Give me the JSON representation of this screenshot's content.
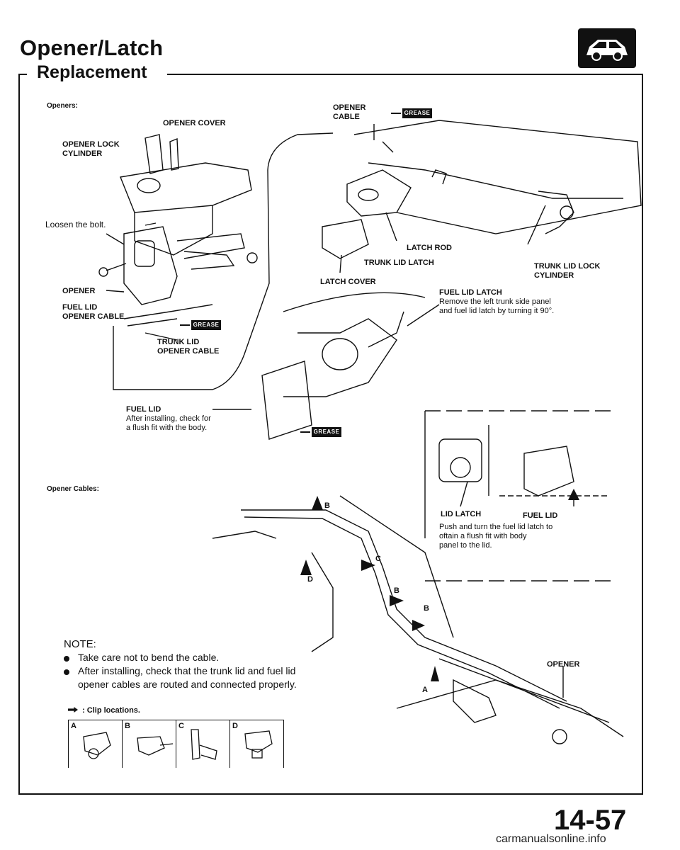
{
  "header": {
    "title": "Opener/Latch",
    "section": "Replacement",
    "car_icon": "car-icon"
  },
  "openers": {
    "heading": "Openers:",
    "labels": {
      "opener_cover": "OPENER COVER",
      "opener_lock_cylinder": "OPENER LOCK\nCYLINDER",
      "loosen_bolt": "Loosen the bolt.",
      "opener": "OPENER",
      "fuel_lid_opener_cable": "FUEL LID\nOPENER CABLE",
      "trunk_lid_opener_cable": "TRUNK LID\nOPENER CABLE",
      "opener_cable": "OPENER\nCABLE",
      "latch_rod": "LATCH ROD",
      "trunk_lid_latch": "TRUNK LID LATCH",
      "latch_cover": "LATCH COVER",
      "trunk_lid_lock_cylinder": "TRUNK LID LOCK\nCYLINDER",
      "fuel_lid_latch": "FUEL LID LATCH",
      "fuel_lid_latch_note": "Remove the left trunk side panel\nand fuel lid latch by turning it 90°.",
      "fuel_lid": "FUEL LID",
      "fuel_lid_note": "After installing, check for\na flush fit with the body.",
      "grease": "GREASE"
    }
  },
  "detail": {
    "lid_latch": "LID LATCH",
    "fuel_lid": "FUEL LID",
    "note": "Push and turn the fuel lid latch to\noftain a flush fit with body\npanel to the lid."
  },
  "cables": {
    "heading": "Opener Cables:",
    "clip_markers": [
      "B",
      "C",
      "D",
      "B",
      "B",
      "A"
    ],
    "opener": "OPENER"
  },
  "note": {
    "heading": "NOTE:",
    "items": [
      "Take care not to bend the cable.",
      "After installing, check that the trunk lid and fuel lid",
      "opener cables are routed and connected properly."
    ]
  },
  "clips": {
    "legend": ": Clip locations.",
    "letters": [
      "A",
      "B",
      "C",
      "D"
    ]
  },
  "footer": {
    "page_number": "14-57",
    "watermark": "carmanualsonline.info"
  }
}
